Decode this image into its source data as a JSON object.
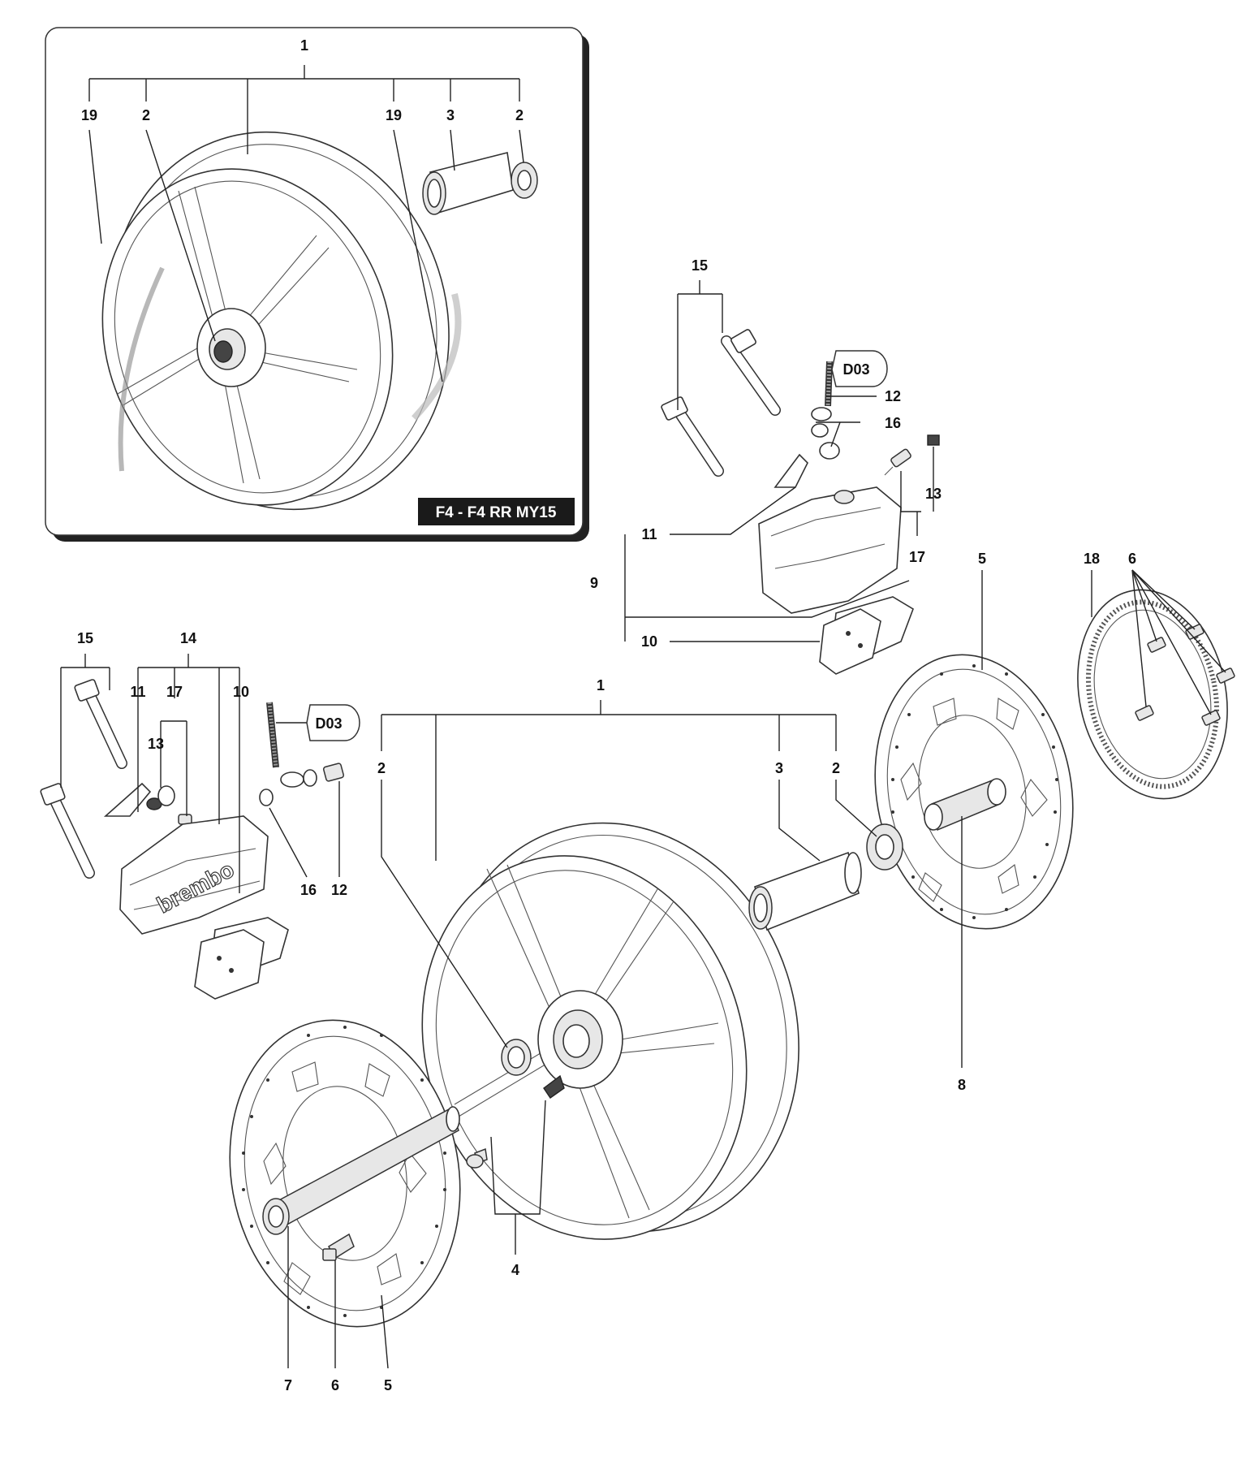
{
  "inset": {
    "title": "F4 - F4 RR MY15",
    "labels": {
      "assembly": "1",
      "rim_stripe_left": "19",
      "bearing_left": "2",
      "rim_stripe_right": "19",
      "spacer": "3",
      "bearing_right": "2"
    }
  },
  "right_caliper": {
    "labels": {
      "screws": "15",
      "union_bolt": "12",
      "washers": "16",
      "bleed_cap": "13",
      "pad_spring": "11",
      "bleeder": "17",
      "caliper_assembly": "9",
      "pads": "10"
    },
    "ref": "D03"
  },
  "left_caliper": {
    "labels": {
      "screws": "15",
      "caliper_assembly": "14",
      "pad_spring": "11",
      "bleeder": "17",
      "pads": "10",
      "bleed_cap": "13",
      "washers": "16",
      "union_bolt": "12"
    },
    "ref": "D03",
    "brand": "brembo"
  },
  "main_wheel": {
    "labels": {
      "assembly": "1",
      "bearing_left": "2",
      "spacer": "3",
      "bearing_right": "2",
      "valve": "4",
      "axle": "8"
    }
  },
  "right_disc": {
    "labels": {
      "disc": "5",
      "tone_ring": "18",
      "screws": "6"
    }
  },
  "left_disc": {
    "labels": {
      "nut": "7",
      "screw": "6",
      "disc": "5"
    }
  }
}
